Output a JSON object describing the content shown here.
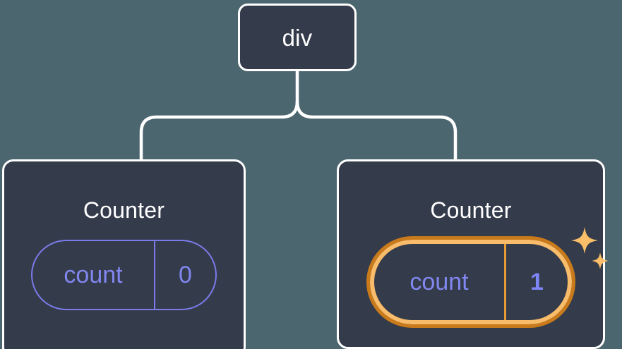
{
  "diagram": {
    "title": "React component tree with highlighted state update",
    "background_color": "#4c6670",
    "node_fill": "#343b4b",
    "node_border": "#ffffff",
    "accent_purple": "#8187ee",
    "highlight_orange_light": "#f9bc6a",
    "highlight_orange_dark": "#c97a1b"
  },
  "root": {
    "label": "div"
  },
  "children": [
    {
      "label": "Counter",
      "state": {
        "key": "count",
        "value": "0"
      },
      "highlighted": false
    },
    {
      "label": "Counter",
      "state": {
        "key": "count",
        "value": "1"
      },
      "highlighted": true
    }
  ],
  "icons": {
    "sparkle_large": "sparkle-icon",
    "sparkle_small": "sparkle-small-icon"
  }
}
